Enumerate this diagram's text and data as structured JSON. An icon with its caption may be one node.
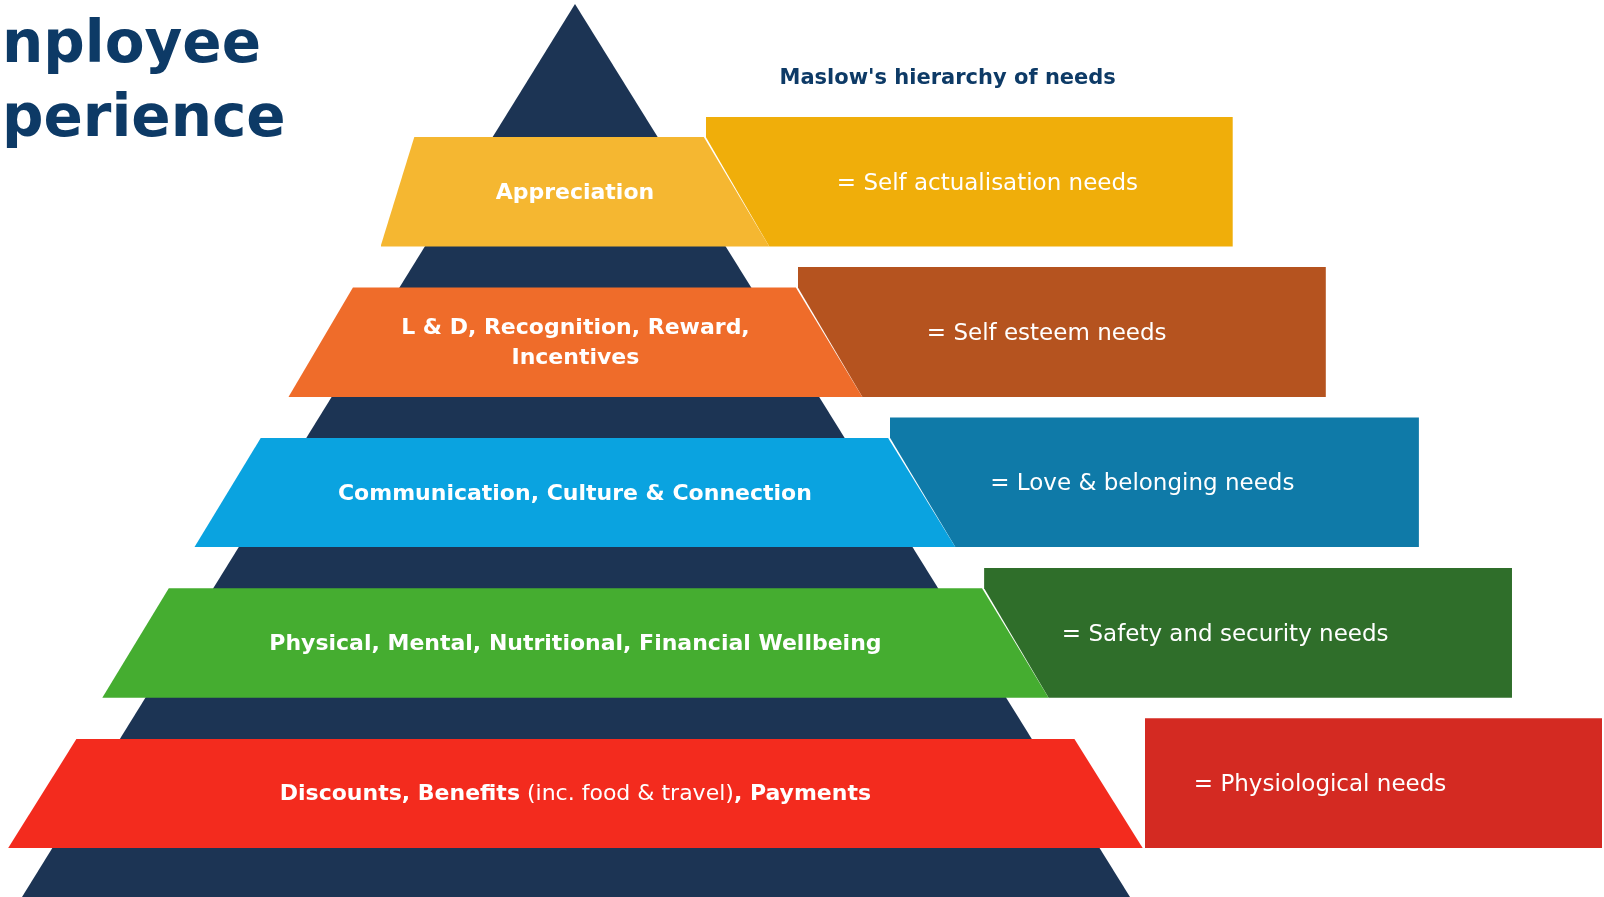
{
  "diagram": {
    "title": "nployee perience",
    "nodes": [
      {
        "text": [
          "Appreciation"
        ]
      },
      {
        "text": [
          "L & D, Recognition, Reward, Incentives"
        ]
      },
      {
        "text": [
          "Communication, Culture & Connection"
        ]
      },
      {
        "text": [
          "Physical, Mental, Nutritional, Financial Wellbeing"
        ]
      },
      {
        "text": [
          "**Discounts, Benefits** (inc. food & travel)**, Payments**"
        ]
      },
      {
        "text": [
          "= Self actualisation needs"
        ]
      },
      {
        "text": [
          "= Self esteem needs"
        ]
      },
      {
        "text": [
          "= Love & belonging needs"
        ]
      },
      {
        "text": [
          "= Safety and security needs"
        ]
      },
      {
        "text": [
          "= Physiological needs"
        ]
      }
    ],
    "edges": [],
    "labels": [
      "Maslow's hierarchy of needs"
    ]
  }
}
